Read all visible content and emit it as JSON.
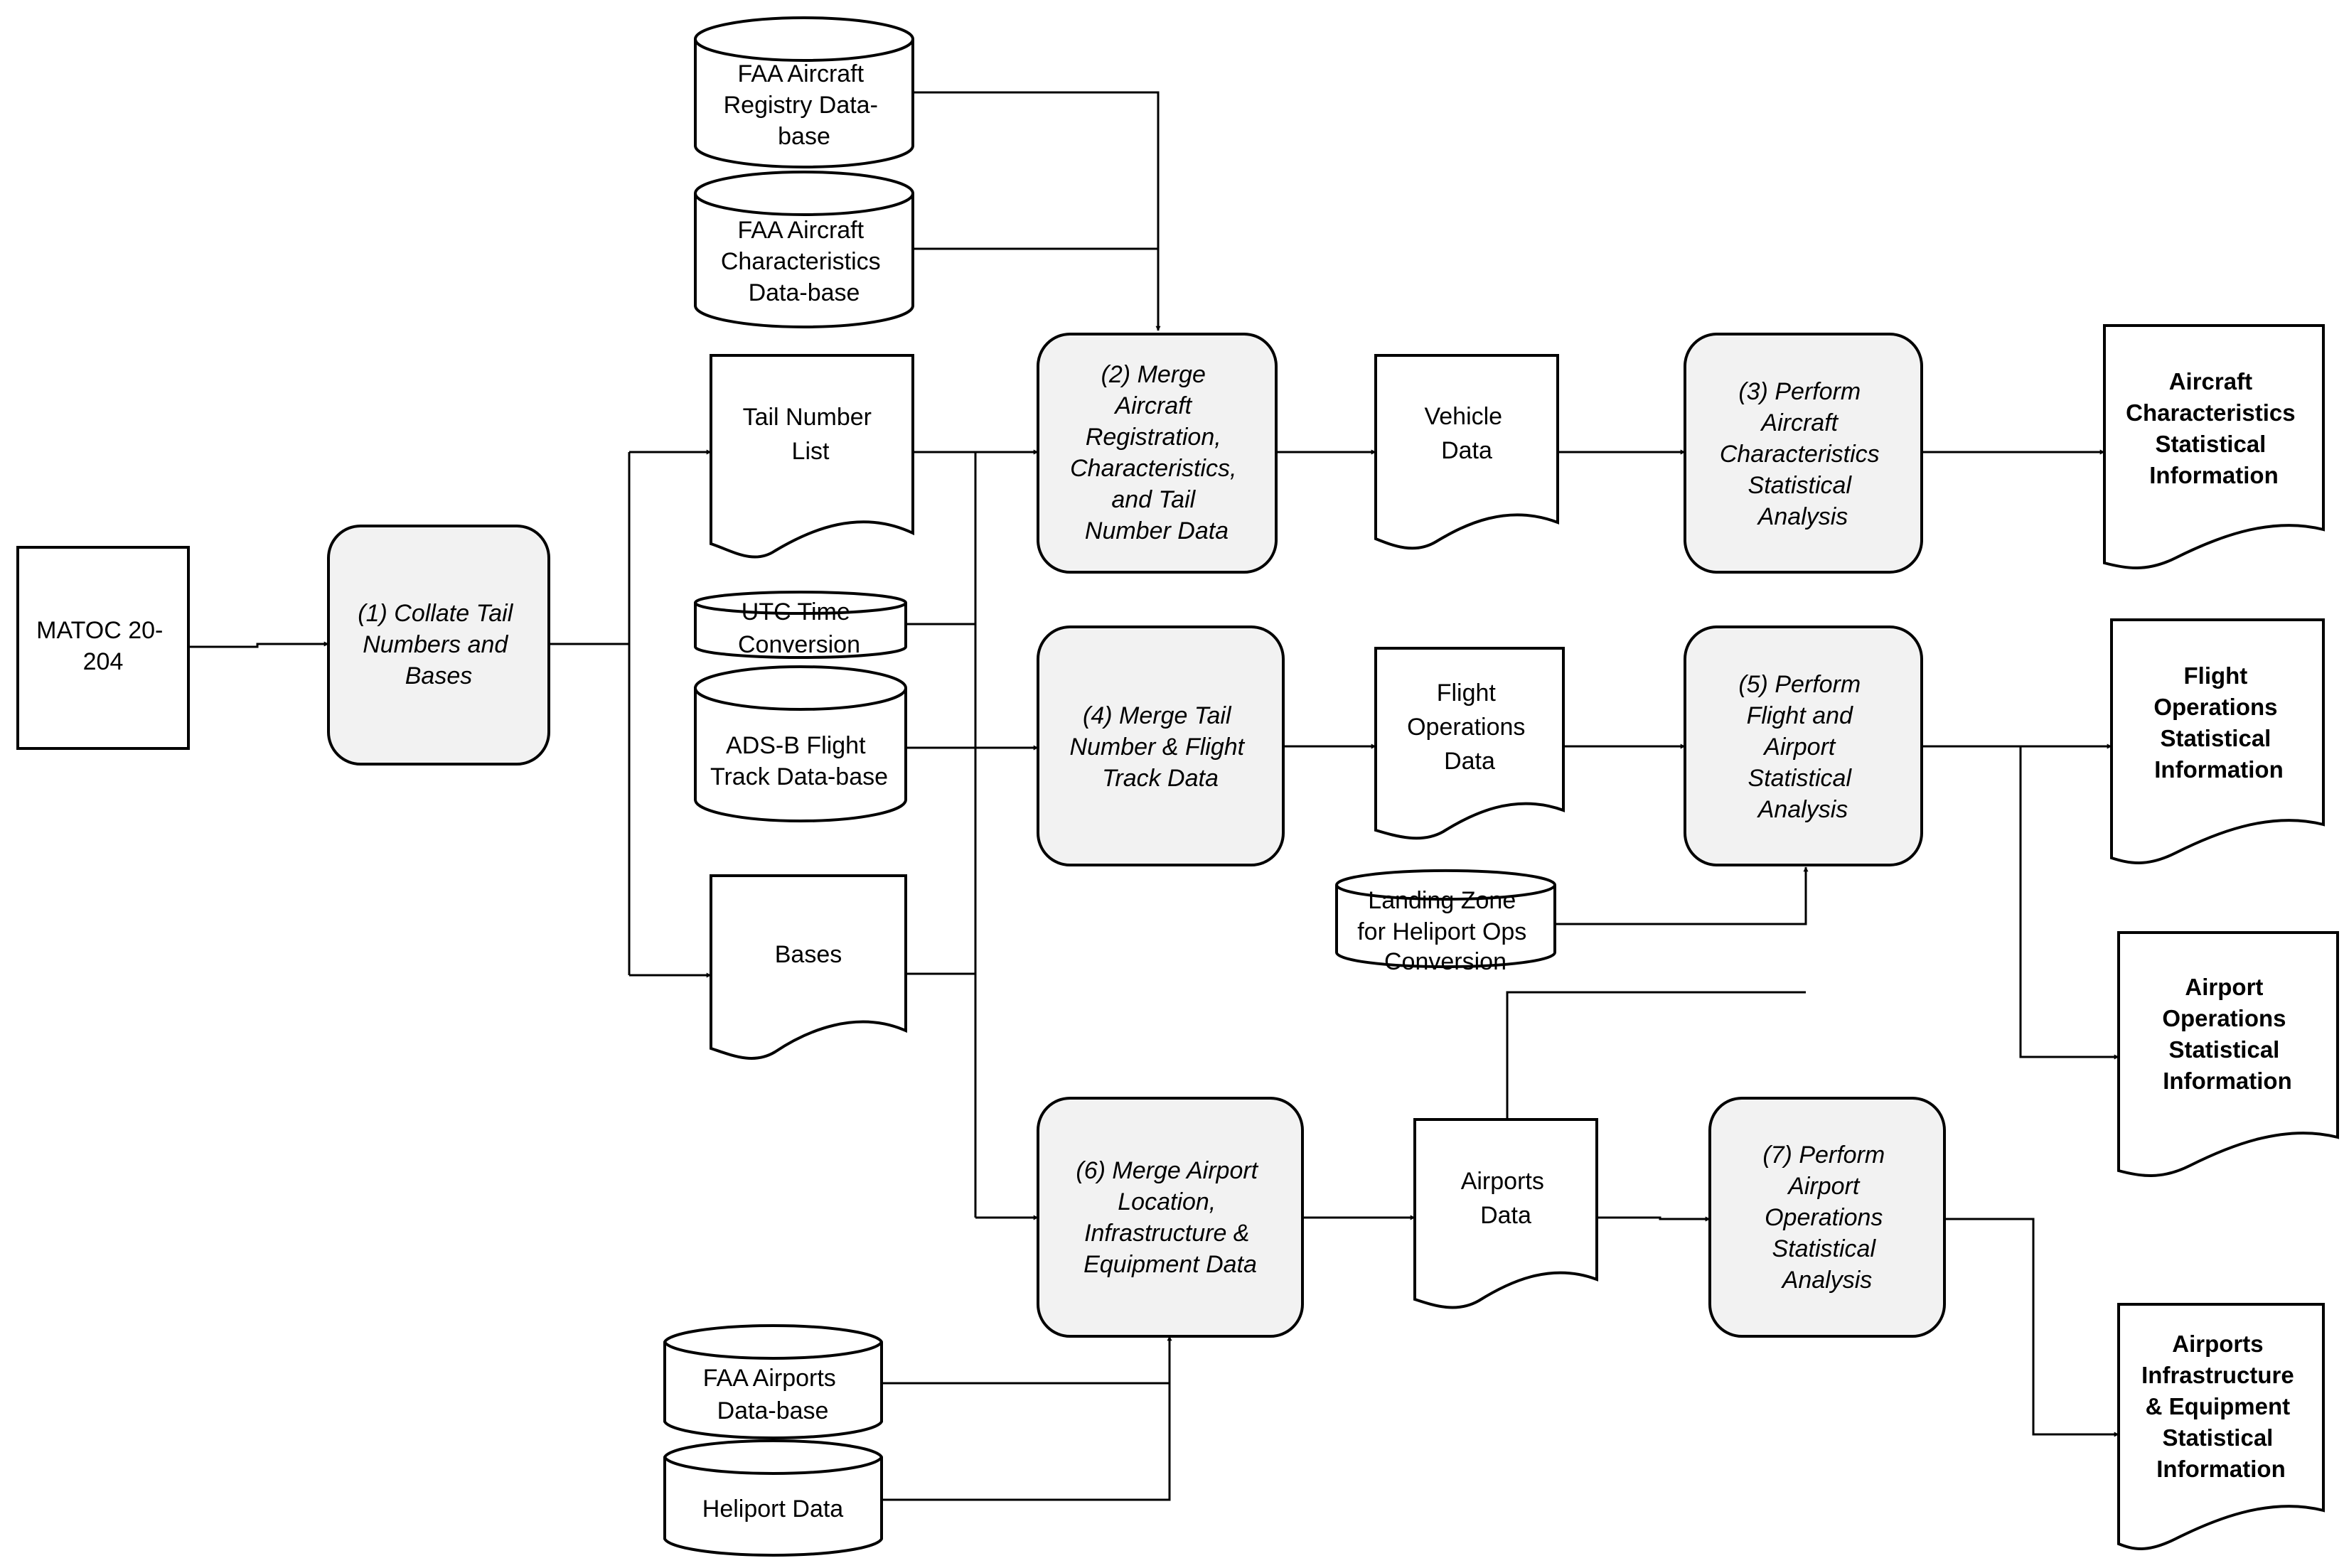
{
  "colors": {
    "line": "#000000",
    "process_fill": "#f2f2f2",
    "shape_fill": "#ffffff",
    "text": "#000000"
  },
  "nodes": {
    "matoc": {
      "lines": [
        "MATOC 20-",
        "204"
      ]
    },
    "p1": {
      "lines": [
        "(1) Collate Tail",
        "Numbers and",
        "Bases"
      ]
    },
    "faa_registry": {
      "lines": [
        "FAA Aircraft",
        "Registry Data-",
        "base"
      ]
    },
    "faa_characteristics": {
      "lines": [
        "FAA Aircraft",
        "Characteristics",
        "Data-base"
      ]
    },
    "tail_number_list": {
      "lines": [
        "Tail Number",
        "List"
      ]
    },
    "utc_time": {
      "lines": [
        "UTC Time",
        "Conversion"
      ]
    },
    "adsb": {
      "lines": [
        "ADS-B Flight",
        "Track Data-base"
      ]
    },
    "bases": {
      "lines": [
        "Bases"
      ]
    },
    "p2": {
      "lines": [
        "(2) Merge",
        "Aircraft",
        "Registration,",
        "Characteristics,",
        "and Tail",
        "Number Data"
      ]
    },
    "p4": {
      "lines": [
        "(4) Merge Tail",
        "Number & Flight",
        "Track Data"
      ]
    },
    "p6": {
      "lines": [
        "(6) Merge Airport",
        "Location,",
        "Infrastructure &",
        "Equipment Data"
      ]
    },
    "vehicle_data": {
      "lines": [
        "Vehicle",
        "Data"
      ]
    },
    "flight_ops_data": {
      "lines": [
        "Flight",
        "Operations",
        "Data"
      ]
    },
    "airports_data": {
      "lines": [
        "Airports",
        "Data"
      ]
    },
    "landing_zone": {
      "lines": [
        "Landing Zone",
        "for Heliport Ops",
        "Conversion"
      ]
    },
    "faa_airports": {
      "lines": [
        "FAA Airports",
        "Data-base"
      ]
    },
    "heliport": {
      "lines": [
        "Heliport Data"
      ]
    },
    "p3": {
      "lines": [
        "(3) Perform",
        "Aircraft",
        "Characteristics",
        "Statistical",
        "Analysis"
      ]
    },
    "p5": {
      "lines": [
        "(5) Perform",
        "Flight and",
        "Airport",
        "Statistical",
        "Analysis"
      ]
    },
    "p7": {
      "lines": [
        "(7) Perform",
        "Airport",
        "Operations",
        "Statistical",
        "Analysis"
      ]
    },
    "out_aircraft": {
      "lines": [
        "Aircraft",
        "Characteristics",
        "Statistical",
        "Information"
      ]
    },
    "out_flight": {
      "lines": [
        "Flight",
        "Operations",
        "Statistical",
        "Information"
      ]
    },
    "out_airport_ops": {
      "lines": [
        "Airport",
        "Operations",
        "Statistical",
        "Information"
      ]
    },
    "out_airports_infra": {
      "lines": [
        "Airports",
        "Infrastructure",
        "& Equipment",
        "Statistical",
        "Information"
      ]
    }
  }
}
